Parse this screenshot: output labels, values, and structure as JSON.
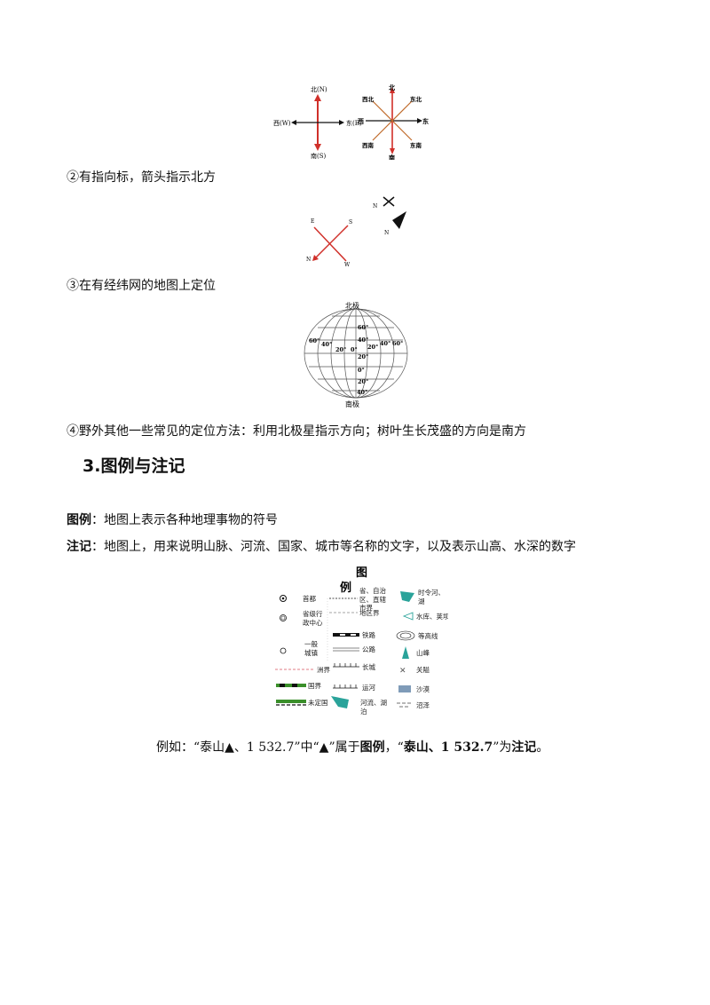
{
  "compass": {
    "cross_labels": {
      "north": "北(N)",
      "south": "南(S)",
      "east": "东(E)",
      "west": "西(W)"
    },
    "star_labels": {
      "north": "北",
      "south": "南",
      "east": "东",
      "west": "西",
      "northeast": "东北",
      "northwest": "西北",
      "southeast": "东南",
      "southwest": "西南"
    }
  },
  "method2": {
    "text": "②有指向标，箭头指示北方",
    "letters": {
      "n": "N",
      "s": "S",
      "e": "E",
      "w": "W"
    }
  },
  "method3": {
    "text": "③在有经纬网的地图上定位",
    "globe": {
      "north_pole": "北极",
      "south_pole": "南极",
      "lat_labels": [
        "60°",
        "40°",
        "20°",
        "0°",
        "20°",
        "40°"
      ],
      "lon_labels": [
        "60°",
        "40°",
        "20°",
        "0°",
        "20°",
        "40°",
        "60°"
      ]
    }
  },
  "method4": {
    "text": "④野外其他一些常见的定位方法：利用北极星指示方向；树叶生长茂盛的方向是南方"
  },
  "section3": {
    "title": "3.图例与注记"
  },
  "legend_def": {
    "term": "图例",
    "body": "：地图上表示各种地理事物的符号"
  },
  "annotation_def": {
    "term": "注记",
    "body": "：地图上，用来说明山脉、河流、国家、城市等名称的文字，以及表示山高、水深的数字"
  },
  "legend_figure": {
    "title_1": "图",
    "title_2": "例",
    "col1": [
      "首都",
      "省级行",
      "政中心",
      "一般",
      "城镇",
      "洲界",
      "国界",
      "未定国"
    ],
    "col2": [
      "省、自治",
      "区、直辖",
      "市界",
      "地区界",
      "铁路",
      "公路",
      "长城",
      "运河",
      "河流、湖",
      "泊"
    ],
    "col3": [
      "时令河、",
      "湖",
      "水库、荚坝",
      "等高线",
      "山峰",
      "关隘",
      "沙漠",
      "沼泽"
    ]
  },
  "example": {
    "prefix": "例如：“泰山▲、1 532.7”中“▲”属于",
    "legend_word": "图例",
    "middle": "，“",
    "annotation_example": "泰山、1 532.7",
    "tail": "”为",
    "annotation_word": "注记",
    "end": "。"
  },
  "colors": {
    "arrow_red": "#d0302a",
    "arrow_brown": "#c06a2a",
    "lake_teal": "#2aa39a",
    "desert_blue": "#7f9bb8",
    "border_pink": "#e27b86",
    "border_green": "#3a8f2a"
  }
}
